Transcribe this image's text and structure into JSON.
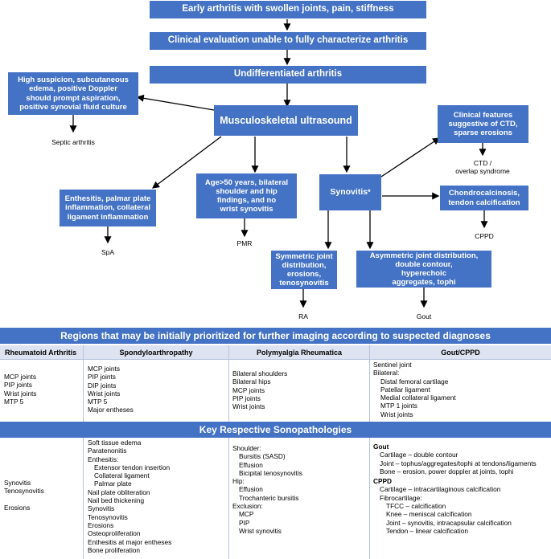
{
  "flow": {
    "early": "Early arthritis with swollen joints, pain, stiffness",
    "clinical_eval": "Clinical evaluation unable to fully characterize arthritis",
    "undiff": "Undifferentiated arthritis",
    "high_suspicion": [
      "High suspicion, subcutaneous",
      "edema, positive Doppler",
      "should prompt aspiration,",
      "positive synovial fluid culture"
    ],
    "septic": "Septic arthritis",
    "msk_us": "Musculoskeletal ultrasound",
    "ctd_box": [
      "Clinical features",
      "suggestive of CTD,",
      "sparse erosions"
    ],
    "ctd_label": [
      "CTD /",
      "overlap syndrome"
    ],
    "enthesitis": [
      "Enthesitis, palmar plate",
      "inflammation, collateral",
      "ligament inflammation"
    ],
    "spa": "SpA",
    "age_box": [
      "Age>50 years, bilateral",
      "shoulder and hip",
      "findings, and no",
      "wrist synovitis"
    ],
    "pmr": "PMR",
    "synovitis": "Synovitis",
    "synovitis_mark": "*",
    "chondro": [
      "Chondrocalcinosis,",
      "tendon calcification"
    ],
    "cppd": "CPPD",
    "symmetric": [
      "Symmetric joint",
      "distribution,",
      "erosions,",
      "tenosynovitis"
    ],
    "ra": "RA",
    "asymmetric": [
      "Asymmetric joint distribution,",
      "double contour,",
      "hyperechoic",
      "aggregates, tophi"
    ],
    "gout": "Gout"
  },
  "table": {
    "regions_title": "Regions that may be initially prioritized for further imaging according to suspected diagnoses",
    "headers": [
      "Rheumatoid Arthritis",
      "Spondyloarthropathy",
      "Polymyalgia Rheumatica",
      "Gout/CPPD"
    ],
    "regions": {
      "ra": [
        "MCP joints",
        "PIP joints",
        "Wrist joints",
        "MTP 5"
      ],
      "spa": [
        "MCP joints",
        "PIP joints",
        "DIP joints",
        "Wrist joints",
        "MTP 5",
        "Major entheses"
      ],
      "pmr": [
        "Bilateral shoulders",
        "Bilateral hips",
        "MCP joints",
        "PIP joints",
        "Wrist joints"
      ],
      "gout_head": [
        "Sentinel joint",
        "Bilateral:"
      ],
      "gout_sub": [
        "Distal femoral cartilage",
        "Patellar ligament",
        "Medial collateral ligament",
        "MTP 1 joints",
        "Wrist joints"
      ]
    },
    "sono_title": "Key Respective Sonopathologies",
    "sono": {
      "ra": [
        "Synovitis",
        "Tenosynovitis",
        "",
        "Erosions"
      ],
      "spa_top": [
        "Soft tissue edema",
        "Paratenonitis",
        "Enthesitis:"
      ],
      "spa_enth": [
        "Extensor tendon insertion",
        "Collateral ligament",
        "Palmar plate"
      ],
      "spa_rest": [
        "Nail plate obliteration",
        "Nail bed thickening",
        "Synovitis",
        "Tenosynovitis",
        "Erosions",
        "Osteoproliferation",
        "Enthesitis at major entheses",
        "Bone proliferation"
      ],
      "pmr_shoulder": "Shoulder:",
      "pmr_shoulder_items": [
        "Bursitis (SASD)",
        "Effusion",
        "Bicipital tenosynovitis"
      ],
      "pmr_hip": "Hip:",
      "pmr_hip_items": [
        "Effusion",
        "Trochanteric bursitis"
      ],
      "pmr_excl": "Exclusion:",
      "pmr_excl_items": [
        "MCP",
        "PIP",
        "Wrist synovitis"
      ],
      "gout_title": "Gout",
      "gout_items": [
        "Cartilage – double contour",
        "Joint – tophus/aggregates/tophi at tendons/ligaments",
        "Bone – erosion, power doppler at joints, tophi"
      ],
      "cppd_title": "CPPD",
      "cppd_items": [
        "Cartilage – intracartilaginous calcification",
        "Fibrocartilage:"
      ],
      "cppd_fibro": [
        "TFCC – calcification",
        "Knee – meniscal calcification",
        "Joint – synovitis, intracapsular calcification",
        "Tendon – linear calcification"
      ]
    }
  },
  "colors": {
    "box": "#4472c4",
    "header_bg": "#dde3f0"
  }
}
